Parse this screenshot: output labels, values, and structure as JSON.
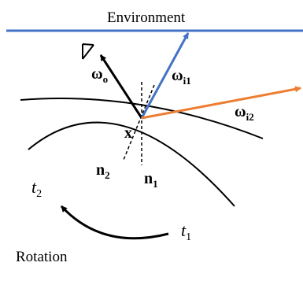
{
  "diagram": {
    "environment_label": "Environment",
    "rotation_label": "Rotation",
    "point_label": "x",
    "omega_o": {
      "base": "ω",
      "sub": "o"
    },
    "omega_i1": {
      "base": "ω",
      "sub": "i1"
    },
    "omega_i2": {
      "base": "ω",
      "sub": "i2"
    },
    "normal_2": {
      "base": "n",
      "sub": "2"
    },
    "normal_1": {
      "base": "n",
      "sub": "1"
    },
    "time_1": {
      "base": "t",
      "sub": "1"
    },
    "time_2": {
      "base": "t",
      "sub": "2"
    },
    "colors": {
      "environment_line": "#4472C4",
      "incident_1": "#4472C4",
      "incident_2": "#ED7D31",
      "outgoing": "#000000",
      "surfaces": "#000000"
    }
  }
}
